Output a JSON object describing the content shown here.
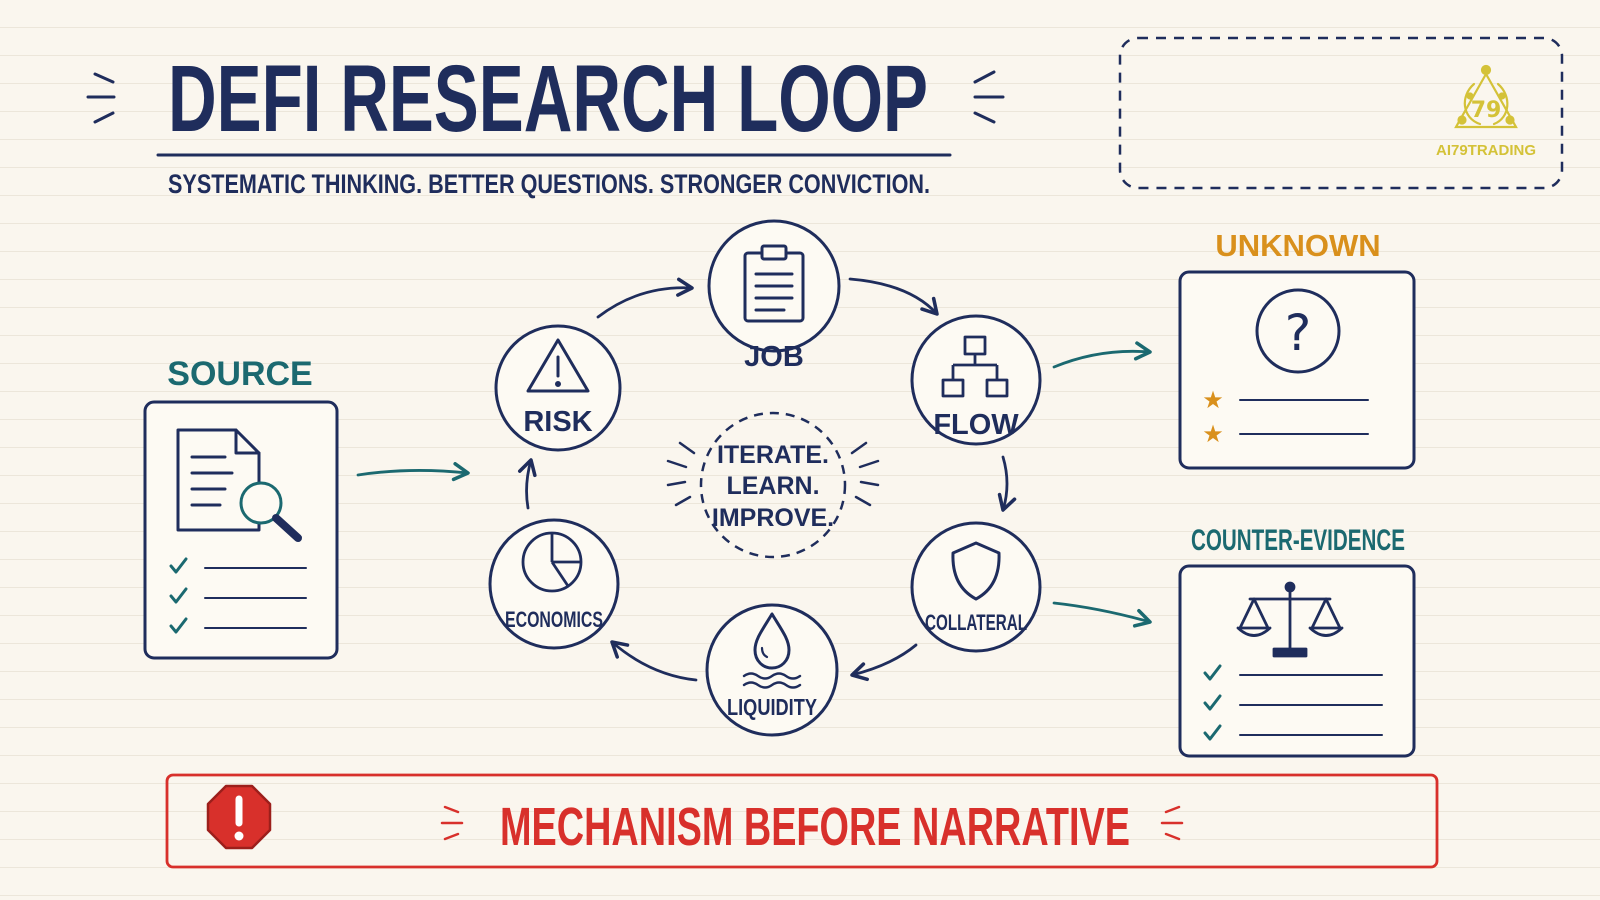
{
  "title": "DEFI RESEARCH LOOP",
  "subtitle": "SYSTEMATIC THINKING. BETTER QUESTIONS. STRONGER CONVICTION.",
  "logo": {
    "text": "AI79TRADING",
    "mark": "79",
    "color": "#d4c238"
  },
  "colors": {
    "navy": "#1f2d5c",
    "teal": "#1b6970",
    "orange": "#d9901c",
    "red": "#d8302b"
  },
  "source": {
    "label": "SOURCE",
    "icon": "document-search-icon"
  },
  "center": {
    "lines": [
      "ITERATE.",
      "LEARN.",
      "IMPROVE."
    ]
  },
  "loop": [
    {
      "id": "job",
      "label": "JOB",
      "icon": "clipboard-icon"
    },
    {
      "id": "flow",
      "label": "FLOW",
      "icon": "hierarchy-icon"
    },
    {
      "id": "collateral",
      "label": "COLLATERAL",
      "icon": "shield-icon"
    },
    {
      "id": "liquidity",
      "label": "LIQUIDITY",
      "icon": "droplet-icon"
    },
    {
      "id": "economics",
      "label": "ECONOMICS",
      "icon": "pie-chart-icon"
    },
    {
      "id": "risk",
      "label": "RISK",
      "icon": "warning-icon"
    }
  ],
  "unknown": {
    "label": "UNKNOWN",
    "icon": "question-icon"
  },
  "counter_evidence": {
    "label": "COUNTER-EVIDENCE",
    "icon": "scales-icon"
  },
  "banner": {
    "text": "MECHANISM BEFORE NARRATIVE",
    "icon": "alert-octagon-icon"
  }
}
